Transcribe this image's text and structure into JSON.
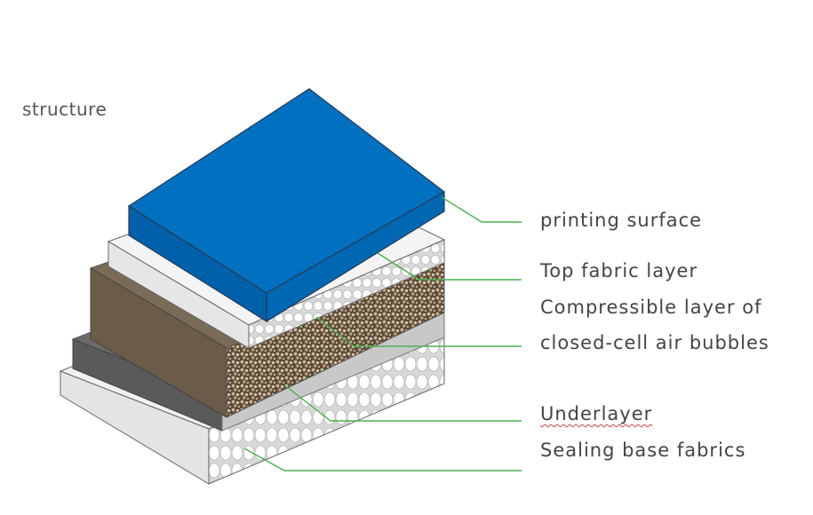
{
  "title": "structure",
  "labels": {
    "printing_surface": "printing surface",
    "top_fabric": "Top fabric layer",
    "compressible_1": "Compressible layer of",
    "compressible_2": "closed-cell air bubbles",
    "underlayer": "Underlayer",
    "sealing_base": "Sealing base fabrics"
  },
  "colors": {
    "printing_surface": "#0070c0",
    "leader_line": "#4caf50",
    "compressible_side": "#6b5c49",
    "underlayer_side": "#5a5a5a",
    "fabric": "#e9e9e9"
  }
}
